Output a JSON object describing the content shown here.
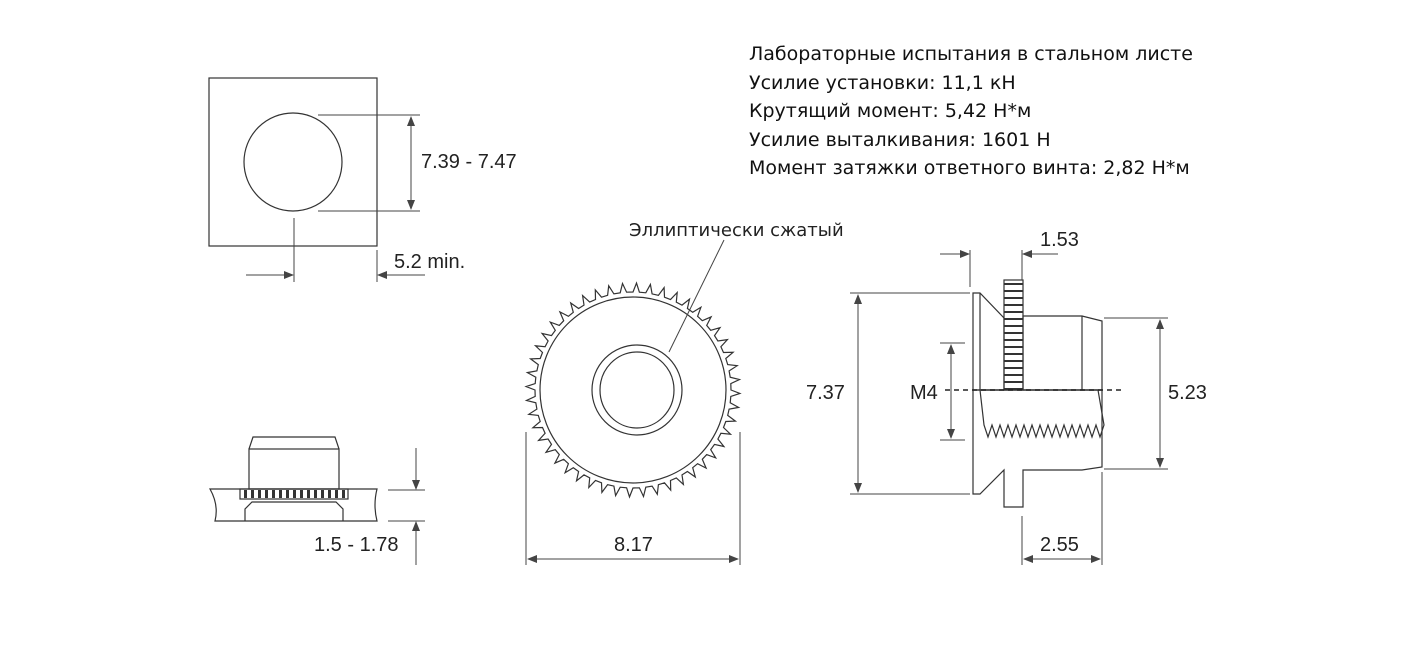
{
  "specs": {
    "title": "Лабораторные испытания в стальном листе",
    "install_force": "Усилие установки: 11,1 кН",
    "torque": "Крутящий момент: 5,42 Н*м",
    "pushout_force": "Усилие выталкивания: 1601 Н",
    "mating_screw_torque": "Момент затяжки ответного винта: 2,82 Н*м"
  },
  "dimensions": {
    "hole_diameter": "7.39 - 7.47",
    "edge_distance": "5.2 min.",
    "sheet_thickness": "1.5 - 1.78",
    "knurl_note": "Эллиптически сжатый",
    "outer_diameter": "8.17",
    "head_thickness": "1.53",
    "head_diameter": "7.37",
    "thread": "M4",
    "body_diameter": "5.23",
    "body_length": "2.55"
  },
  "colors": {
    "sheet": "#d9d9d9",
    "line": "#333333"
  }
}
